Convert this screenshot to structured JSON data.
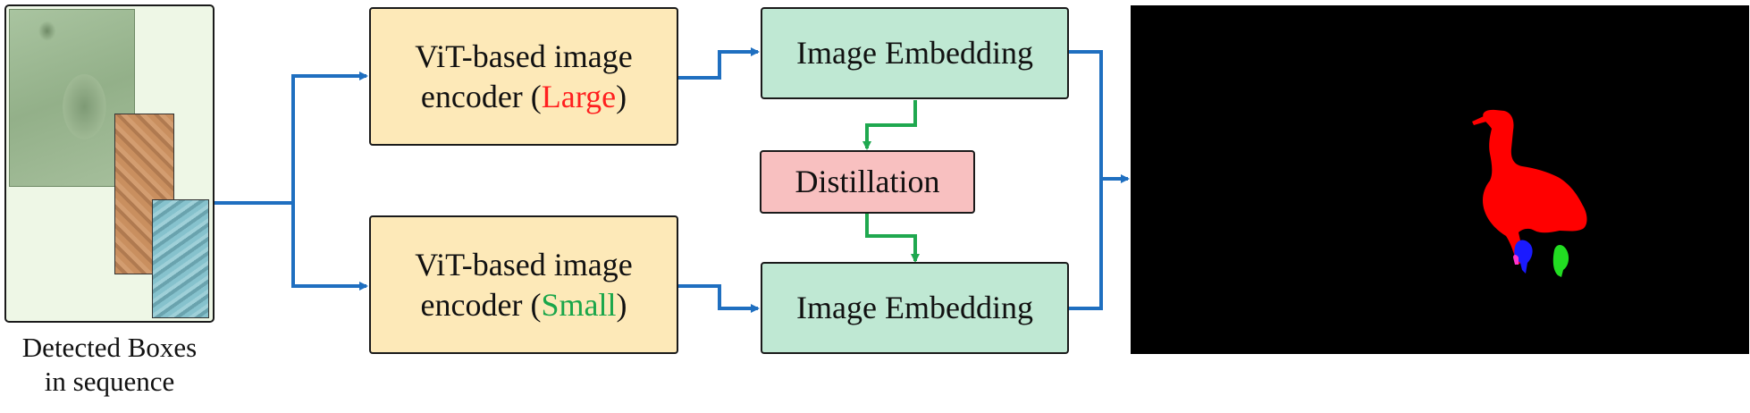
{
  "input": {
    "caption_line1": "Detected Boxes",
    "caption_line2": "in sequence"
  },
  "encoder_large": {
    "line1": "ViT-based image",
    "line2_prefix": "encoder (",
    "line2_highlight": "Large",
    "line2_suffix": ")"
  },
  "encoder_small": {
    "line1": "ViT-based image",
    "line2_prefix": "encoder (",
    "line2_highlight": "Small",
    "line2_suffix": ")"
  },
  "embedding_top": {
    "label": "Image Embedding"
  },
  "embedding_bottom": {
    "label": "Image Embedding"
  },
  "distillation": {
    "label": "Distillation"
  },
  "colors": {
    "arrow_blue": "#1f6fc0",
    "arrow_green": "#1fa84f",
    "encoder_fill": "#fde9b8",
    "embedding_fill": "#bfe8d3",
    "distillation_fill": "#f8c0c0",
    "highlight_large": "#ff1f1f",
    "highlight_small": "#1aa64a",
    "mask_red": "#ff0000",
    "mask_blue": "#1a1aff",
    "mask_green": "#22dd22",
    "mask_magenta": "#ff33cc",
    "output_background": "#000000"
  }
}
